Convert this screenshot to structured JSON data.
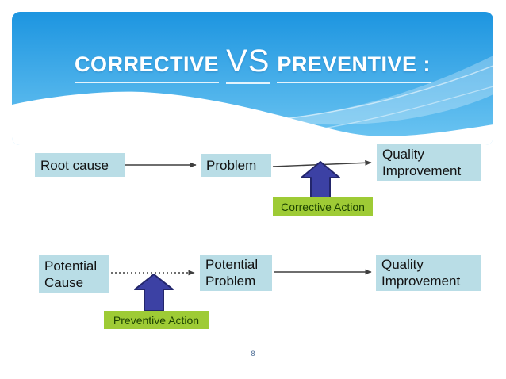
{
  "slide": {
    "title": {
      "left": "CORRECTIVE",
      "middle": "VS",
      "right": "PREVENTIVE :"
    },
    "page_number": "8"
  },
  "colors": {
    "header_top": "#1d95e0",
    "header_bottom": "#6ec6f2",
    "box_fill": "#b9dde6",
    "action_fill": "#9ecb35",
    "action_text": "#1d4301",
    "arrow_fill": "#3c41a4",
    "arrow_stroke": "#23266b",
    "line": "#3f3f3f",
    "page_number_color": "#4a6b94"
  },
  "diagram": {
    "corrective": {
      "nodes": [
        "Root cause",
        "Problem",
        "Quality Improvement"
      ],
      "action": "Corrective Action"
    },
    "preventive": {
      "nodes": [
        "Potential Cause",
        "Potential Problem",
        "Quality Improvement"
      ],
      "action": "Preventive Action"
    }
  }
}
